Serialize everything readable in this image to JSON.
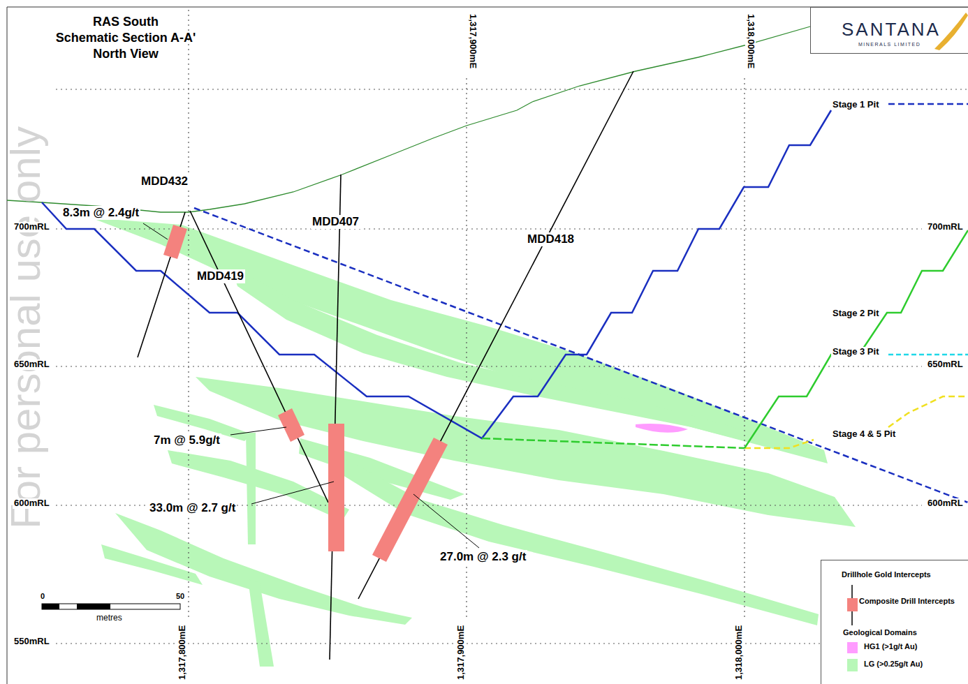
{
  "diagram": {
    "title": "RAS South Schematic Section A-A' North View",
    "labels": [
      "MDD432",
      "MDD407",
      "MDD418",
      "MDD419",
      "8.3m @ 2.4g/t",
      "7m @ 5.9g/t",
      "33.0m @ 2.7 g/t",
      "27.0m @ 2.3 g/t",
      "700mRL",
      "650mRL",
      "600mRL",
      "550mRL",
      "700mRL",
      "650mRL",
      "600mRL",
      "1,317,900mE",
      "1,318,000mE",
      "1,317,800mE",
      "1,317,900mE",
      "1,318,000mE",
      "Stage 1 Pit",
      "Stage 2 Pit",
      "Stage 3 Pit",
      "Stage 4 & 5 Pit",
      "0",
      "50",
      "metres",
      "SANTANA",
      "MINERALS LIMITED",
      "Drillhole Gold Intercepts",
      "Geological Domains",
      "For personal use only"
    ],
    "legend": [
      {
        "text": "Composite Drill Intercepts"
      },
      {
        "text": "HG1 (>1g/t Au)",
        "color": "#ff9cff"
      },
      {
        "text": "LG (>0.25g/t Au)",
        "color": "#b8f7b8"
      }
    ]
  }
}
